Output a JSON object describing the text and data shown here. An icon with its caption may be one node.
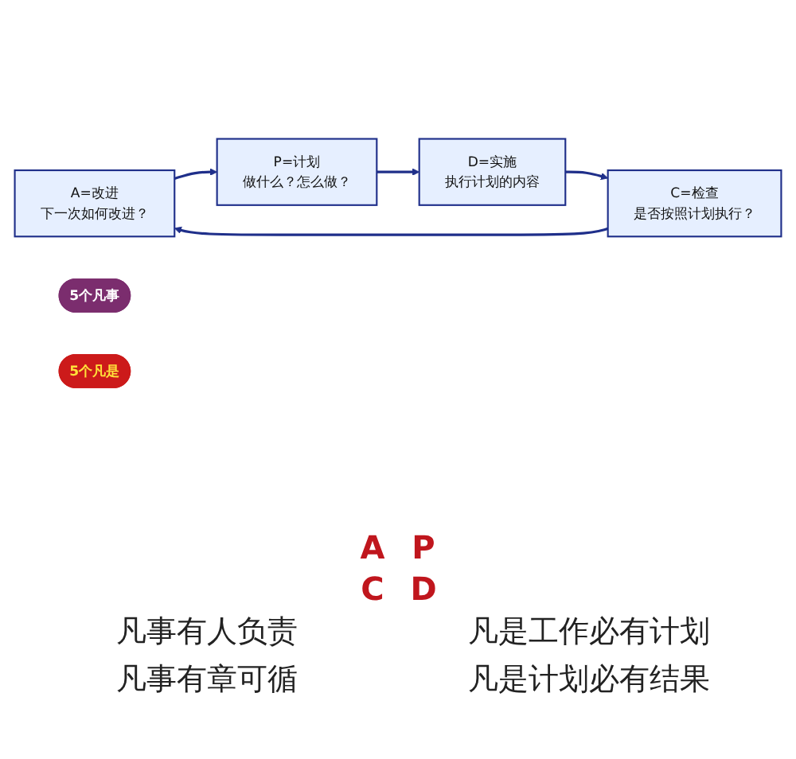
{
  "diagram": {
    "nodes": [
      {
        "text": [
          "A=改进",
          "下一次如何改进？"
        ]
      },
      {
        "text": [
          "P=计划",
          "做什么？怎么做？"
        ]
      },
      {
        "text": [
          "D=实施",
          "执行计划的内容"
        ]
      },
      {
        "text": [
          "C=检查",
          "是否按照计划执行？"
        ]
      },
      {
        "text": [
          "5个凡事"
        ]
      },
      {
        "text": [
          "5个凡是"
        ]
      }
    ],
    "edges": [
      {
        "from": 0,
        "to": 1,
        "arrow": "to"
      },
      {
        "from": 1,
        "to": 2,
        "arrow": "to"
      },
      {
        "from": 2,
        "to": 3,
        "arrow": "to"
      },
      {
        "from": 3,
        "to": 0,
        "arrow": "to"
      }
    ],
    "labels": [
      "A",
      "P",
      "C",
      "D",
      "凡事有人负责",
      "凡是工作必有计划",
      "凡事有章可循",
      "凡是计划必有结果"
    ]
  }
}
